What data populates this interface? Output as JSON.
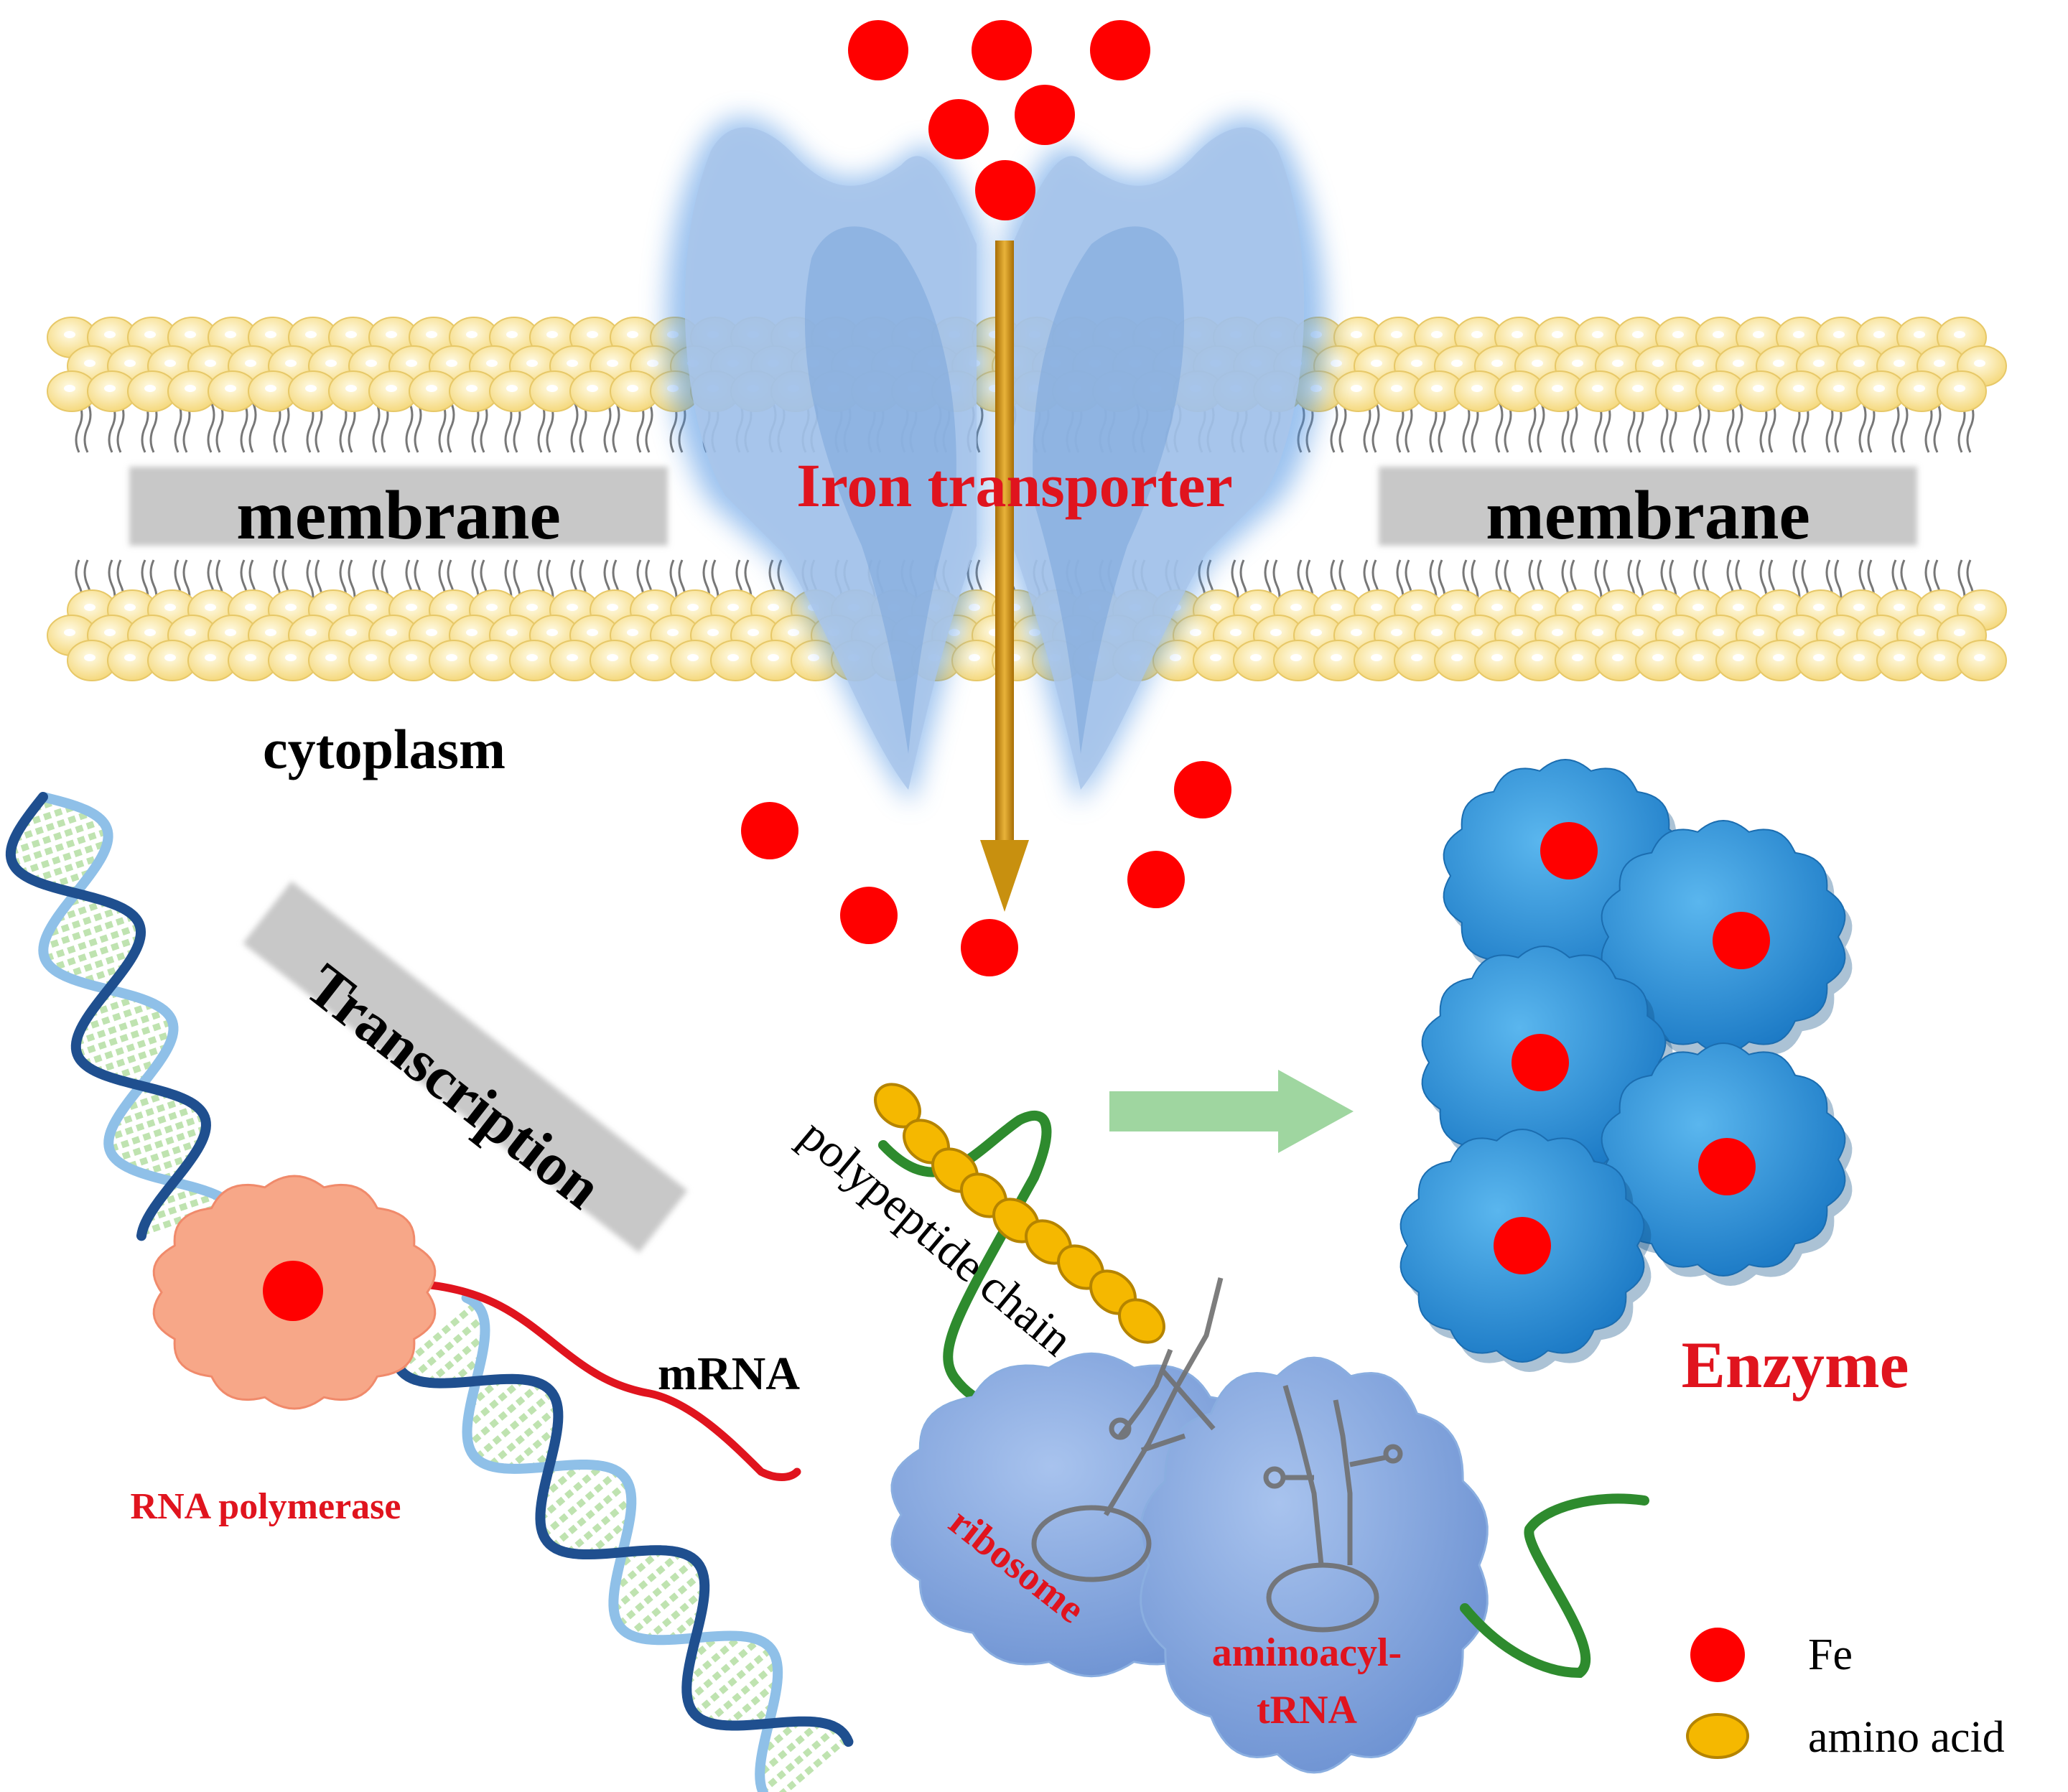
{
  "labels": {
    "membrane_left": "membrane",
    "membrane_right": "membrane",
    "iron_transporter": "Iron transporter",
    "cytoplasm": "cytoplasm",
    "transcription": "Transcription",
    "polypeptide_chain": "polypeptide chain",
    "mrna": "mRNA",
    "rna_polymerase": "RNA polymerase",
    "ribosome": "ribosome",
    "aminoacyl_line1": "aminoacyl-",
    "aminoacyl_line2": "tRNA",
    "enzyme": "Enzyme"
  },
  "legend": {
    "fe": "Fe",
    "amino_acid": "amino acid"
  },
  "colors": {
    "iron": "#ff0000",
    "amino_acid": "#f5b800",
    "membrane_head": "#fbe9a8",
    "transporter": "#6f9fd8",
    "enzyme": "#2e8fd8",
    "polymerase": "#f7a788",
    "ribosome": "#7ea3dc",
    "mrna": "#e0141e",
    "dna_dark": "#1f4f8f",
    "dna_light": "#8fc0e8",
    "base_pair": "#bfe3b0",
    "strand_green": "#2e8b2e",
    "arrow_gold": "#c8900f",
    "arrow_green": "#9fd6a0",
    "label_red": "#e0141e"
  }
}
